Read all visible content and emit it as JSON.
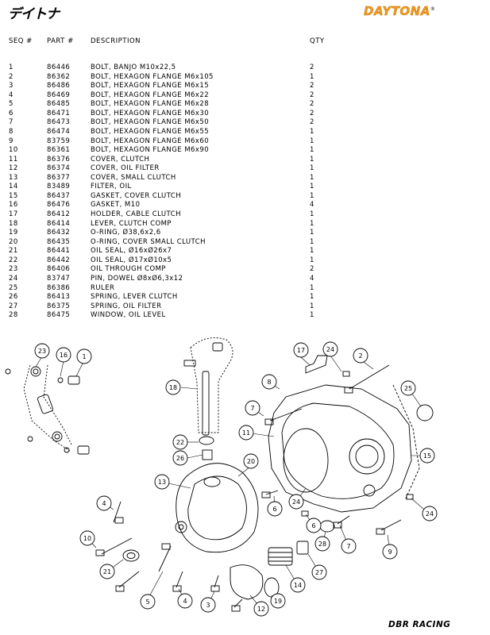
{
  "header": {
    "logo_left": "デイトナ",
    "logo_right": "DAYTONA",
    "trademark": "®"
  },
  "columns": {
    "seq": "SEQ #",
    "part": "PART #",
    "desc": "DESCRIPTION",
    "qty": "QTY"
  },
  "parts": [
    {
      "seq": "1",
      "part": "86446",
      "desc": "BOLT, BANJO M10x22,5",
      "qty": "2"
    },
    {
      "seq": "2",
      "part": "86362",
      "desc": "BOLT, HEXAGON FLANGE M6x105",
      "qty": "1"
    },
    {
      "seq": "3",
      "part": "86486",
      "desc": "BOLT, HEXAGON FLANGE M6x15",
      "qty": "2"
    },
    {
      "seq": "4",
      "part": "86469",
      "desc": "BOLT, HEXAGON FLANGE M6x22",
      "qty": "2"
    },
    {
      "seq": "5",
      "part": "86485",
      "desc": "BOLT, HEXAGON FLANGE M6x28",
      "qty": "2"
    },
    {
      "seq": "6",
      "part": "86471",
      "desc": "BOLT, HEXAGON FLANGE M6x30",
      "qty": "2"
    },
    {
      "seq": "7",
      "part": "86473",
      "desc": "BOLT, HEXAGON FLANGE M6x50",
      "qty": "2"
    },
    {
      "seq": "8",
      "part": "86474",
      "desc": "BOLT, HEXAGON FLANGE M6x55",
      "qty": "1"
    },
    {
      "seq": "9",
      "part": "83759",
      "desc": "BOLT, HEXAGON FLANGE M6x60",
      "qty": "1"
    },
    {
      "seq": "10",
      "part": "86361",
      "desc": "BOLT, HEXAGON FLANGE M6x90",
      "qty": "1"
    },
    {
      "seq": "11",
      "part": "86376",
      "desc": "COVER, CLUTCH",
      "qty": "1"
    },
    {
      "seq": "12",
      "part": "86374",
      "desc": "COVER, OIL FILTER",
      "qty": "1"
    },
    {
      "seq": "13",
      "part": "86377",
      "desc": "COVER, SMALL CLUTCH",
      "qty": "1"
    },
    {
      "seq": "14",
      "part": "83489",
      "desc": "FILTER, OIL",
      "qty": "1"
    },
    {
      "seq": "15",
      "part": "86437",
      "desc": "GASKET, COVER CLUTCH",
      "qty": "1"
    },
    {
      "seq": "16",
      "part": "86476",
      "desc": "GASKET, M10",
      "qty": "4"
    },
    {
      "seq": "17",
      "part": "86412",
      "desc": "HOLDER, CABLE CLUTCH",
      "qty": "1"
    },
    {
      "seq": "18",
      "part": "86414",
      "desc": "LEVER, CLUTCH COMP",
      "qty": "1"
    },
    {
      "seq": "19",
      "part": "86432",
      "desc": "O-RING, Ø38,6x2,6",
      "qty": "1"
    },
    {
      "seq": "20",
      "part": "86435",
      "desc": "O-RING, COVER SMALL CLUTCH",
      "qty": "1"
    },
    {
      "seq": "21",
      "part": "86441",
      "desc": "OIL SEAL, Ø16xØ26x7",
      "qty": "1"
    },
    {
      "seq": "22",
      "part": "86442",
      "desc": "OIL SEAL, Ø17xØ10x5",
      "qty": "1"
    },
    {
      "seq": "23",
      "part": "86406",
      "desc": "OIL THROUGH COMP",
      "qty": "2"
    },
    {
      "seq": "24",
      "part": "83747",
      "desc": "PIN, DOWEL Ø8xØ6,3x12",
      "qty": "4"
    },
    {
      "seq": "25",
      "part": "86386",
      "desc": "RULER",
      "qty": "1"
    },
    {
      "seq": "26",
      "part": "86413",
      "desc": "SPRING, LEVER CLUTCH",
      "qty": "1"
    },
    {
      "seq": "27",
      "part": "86375",
      "desc": "SPRING, OIL FILTER",
      "qty": "1"
    },
    {
      "seq": "28",
      "part": "86475",
      "desc": "WINDOW, OIL LEVEL",
      "qty": "1"
    }
  ],
  "callouts": [
    "23",
    "16",
    "1",
    "18",
    "22",
    "26",
    "20",
    "13",
    "17",
    "24",
    "2",
    "8",
    "7",
    "11",
    "25",
    "15",
    "4",
    "6",
    "24",
    "10",
    "21",
    "5",
    "4",
    "3",
    "12",
    "19",
    "14",
    "27",
    "28",
    "7",
    "6",
    "9",
    "24"
  ],
  "footer": {
    "brand": "DBR RACING"
  }
}
